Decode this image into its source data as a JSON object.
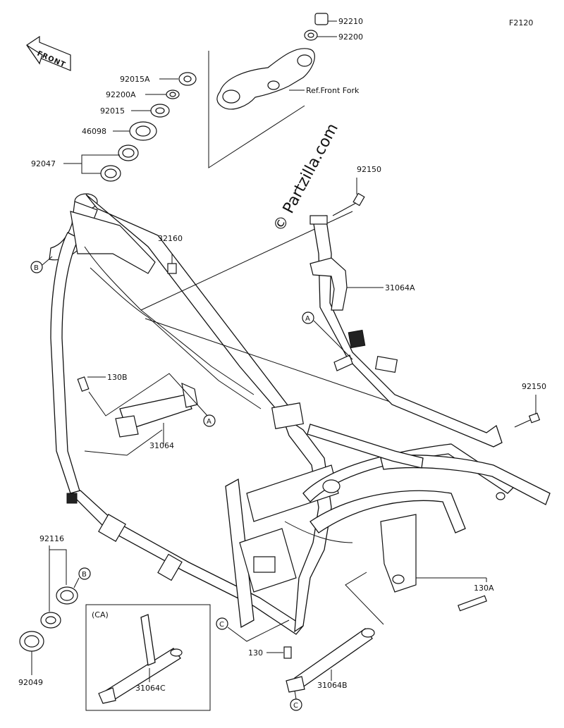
{
  "diagram_code": "F2120",
  "watermark": "© Partzilla.com",
  "front_label": "FRONT",
  "inset_label": "(CA)",
  "callouts": {
    "B_top": "B",
    "A_mid": "A",
    "A_right": "A",
    "B_lower": "B",
    "C_mid": "C",
    "C_bottom": "C"
  },
  "parts": {
    "p92210": "92210",
    "p92200": "92200",
    "ref_front_fork": "Ref.Front Fork",
    "p92015A": "92015A",
    "p92200A": "92200A",
    "p92015": "92015",
    "p46098": "46098",
    "p92047": "92047",
    "p92150_top": "92150",
    "p32160": "32160",
    "p31064A": "31064A",
    "p130B": "130B",
    "p31064": "31064",
    "p92150_right": "92150",
    "p92116": "92116",
    "p130A": "130A",
    "p92049": "92049",
    "p31064C": "31064C",
    "p130": "130",
    "p31064B": "31064B"
  }
}
